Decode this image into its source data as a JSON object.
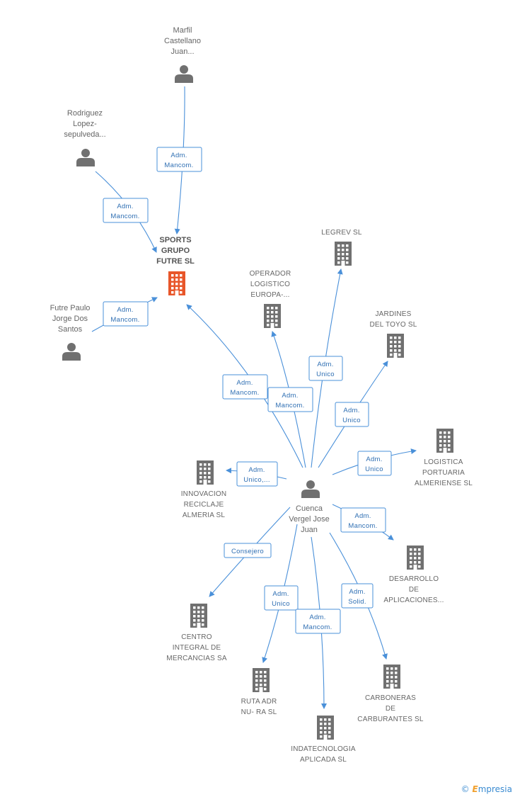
{
  "diagram": {
    "center_person": {
      "lines": [
        "Cuenca",
        "Vergel Jose",
        "Juan"
      ]
    },
    "focus_company": {
      "lines": [
        "SPORTS",
        "GRUPO",
        "FUTRE SL"
      ]
    },
    "people": [
      {
        "id": "marfil",
        "lines": [
          "Marfil",
          "Castellano",
          "Juan..."
        ]
      },
      {
        "id": "rodriguez",
        "lines": [
          "Rodriguez",
          "Lopez-",
          "sepulveda..."
        ]
      },
      {
        "id": "futre",
        "lines": [
          "Futre Paulo",
          "Jorge Dos",
          "Santos"
        ]
      }
    ],
    "companies": [
      {
        "id": "legrev",
        "lines": [
          "LEGREV  SL"
        ]
      },
      {
        "id": "operador",
        "lines": [
          "OPERADOR",
          "LOGISTICO",
          "EUROPA-..."
        ]
      },
      {
        "id": "jardines",
        "lines": [
          "JARDINES",
          "DEL TOYO SL"
        ]
      },
      {
        "id": "logistica",
        "lines": [
          "LOGISTICA",
          "PORTUARIA",
          "ALMERIENSE SL"
        ]
      },
      {
        "id": "innovacion",
        "lines": [
          "INNOVACION",
          "RECICLAJE",
          "ALMERIA  SL"
        ]
      },
      {
        "id": "desarrollo",
        "lines": [
          "DESARROLLO",
          "DE",
          "APLICACIONES..."
        ]
      },
      {
        "id": "centro",
        "lines": [
          "CENTRO",
          "INTEGRAL DE",
          "MERCANCIAS SA"
        ]
      },
      {
        "id": "ruta",
        "lines": [
          "RUTA ADR",
          "NU- RA  SL"
        ]
      },
      {
        "id": "indatecnologia",
        "lines": [
          "INDATECNOLOGIA",
          "APLICADA SL"
        ]
      },
      {
        "id": "carboneras",
        "lines": [
          "CARBONERAS",
          "DE",
          "CARBURANTES SL"
        ]
      }
    ],
    "edge_labels": [
      {
        "id": "marfil-sports",
        "lines": [
          "Adm.",
          "Mancom."
        ]
      },
      {
        "id": "rodriguez-sports",
        "lines": [
          "Adm.",
          "Mancom."
        ]
      },
      {
        "id": "futre-sports",
        "lines": [
          "Adm.",
          "Mancom."
        ]
      },
      {
        "id": "cuenca-sports",
        "lines": [
          "Adm.",
          "Mancom."
        ]
      },
      {
        "id": "cuenca-operador",
        "lines": [
          "Adm.",
          "Mancom."
        ]
      },
      {
        "id": "cuenca-legrev",
        "lines": [
          "Adm.",
          "Unico"
        ]
      },
      {
        "id": "cuenca-jardines",
        "lines": [
          "Adm.",
          "Unico"
        ]
      },
      {
        "id": "cuenca-logistica",
        "lines": [
          "Adm.",
          "Unico"
        ]
      },
      {
        "id": "cuenca-innovacion",
        "lines": [
          "Adm.",
          "Unico,..."
        ]
      },
      {
        "id": "cuenca-desarrollo",
        "lines": [
          "Adm.",
          "Mancom."
        ]
      },
      {
        "id": "cuenca-centro",
        "lines": [
          "Consejero"
        ]
      },
      {
        "id": "cuenca-ruta",
        "lines": [
          "Adm.",
          "Unico"
        ]
      },
      {
        "id": "cuenca-indatecnologia",
        "lines": [
          "Adm.",
          "Mancom."
        ]
      },
      {
        "id": "cuenca-carboneras",
        "lines": [
          "Adm.",
          "Solid."
        ]
      }
    ]
  },
  "footer": {
    "copyright": "©",
    "brand_initial": "E",
    "brand_rest": "mpresia"
  },
  "colors": {
    "edge": "#4a90d9",
    "node_icon": "#707070",
    "focus_icon": "#e8562a"
  }
}
